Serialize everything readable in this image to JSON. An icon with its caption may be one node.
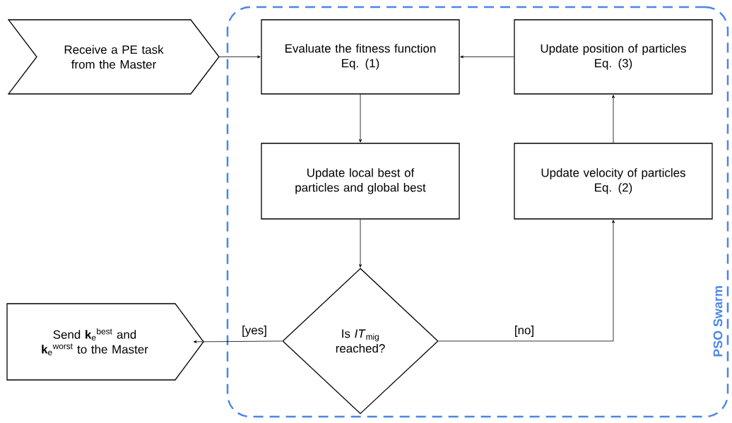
{
  "diagram": {
    "nodes": [
      {
        "text": [
          "Receive a PE task from the Master"
        ]
      },
      {
        "text": [
          "PSO Swarm"
        ]
      },
      {
        "text": [
          "Evaluate the fitness function",
          "Eq. (1)"
        ],
        "in": 1
      },
      {
        "text": [
          "Update position of particles",
          "Eq. (3)"
        ],
        "in": 1
      },
      {
        "text": [
          "Update local best of particles and global best"
        ],
        "in": 1
      },
      {
        "text": [
          "Update velocity of particles",
          "Eq. (2)"
        ],
        "in": 1
      },
      {
        "text": [
          "Is *IT*$_{mig}$ reached?"
        ],
        "in": 1
      },
      {
        "text": [
          "Send **k**$_{e}$$^{best}$ and **k**$_{e}$$^{worst}$ to the Master"
        ]
      }
    ],
    "edges": [
      {
        "from": 0,
        "to": 2,
        "arrow": "to"
      },
      {
        "from": 3,
        "to": 2,
        "arrow": "to"
      },
      {
        "from": 2,
        "to": 4,
        "arrow": "to"
      },
      {
        "from": 4,
        "to": 6,
        "arrow": "to"
      },
      {
        "from": 6,
        "to": 7,
        "arrow": "to",
        "label": "[yes]"
      },
      {
        "from": 6,
        "to": 5,
        "arrow": "to",
        "label": "[no]"
      },
      {
        "from": 5,
        "to": 3,
        "arrow": "to"
      }
    ]
  }
}
